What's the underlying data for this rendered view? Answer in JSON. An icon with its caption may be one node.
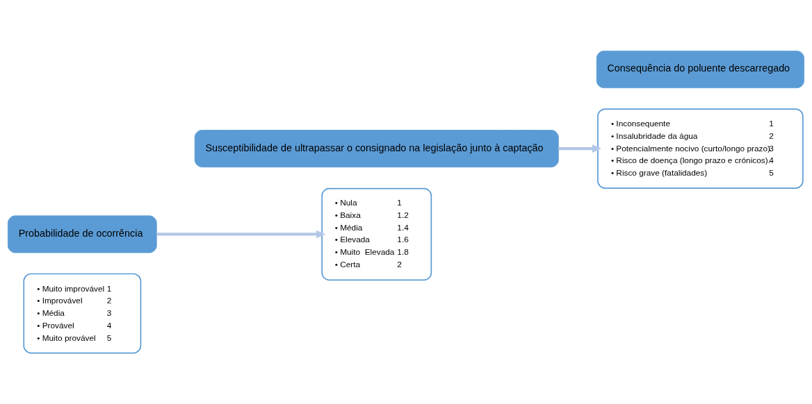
{
  "diagram": {
    "nodes": [
      {
        "text": [
          "• Muito improvável",
          "1",
          "• Improvável",
          "2",
          "• Média",
          "3",
          "• Provável",
          "4",
          "• Muito provável",
          "5"
        ]
      },
      {
        "text": [
          "Probabilidade de ocorrência"
        ]
      },
      {
        "text": [
          "Susceptibilidade de ultrapassar o consignado na legislação junto à captação"
        ]
      },
      {
        "text": [
          "• Nula",
          "1",
          "• Baixa",
          "1.2",
          "• Média",
          "1.4",
          "• Elevada",
          "1.6",
          "• Muito  Elevada",
          "1.8",
          "• Certa",
          "2"
        ]
      },
      {
        "text": [
          "• Inconsequente",
          "1",
          "• Insalubridade da água",
          "2",
          "• Potencialmente nocivo (curto/longo prazo)",
          "3",
          "• Risco de doença (longo prazo e crónicos).",
          "4",
          "• Risco grave (fatalidades)",
          "5"
        ]
      },
      {
        "text": [
          "Consequência do poluente descarregado"
        ]
      }
    ],
    "edges": [
      {
        "from": 1,
        "to": 3,
        "arrow": "to"
      },
      {
        "from": 2,
        "to": 4,
        "arrow": "to"
      }
    ]
  }
}
